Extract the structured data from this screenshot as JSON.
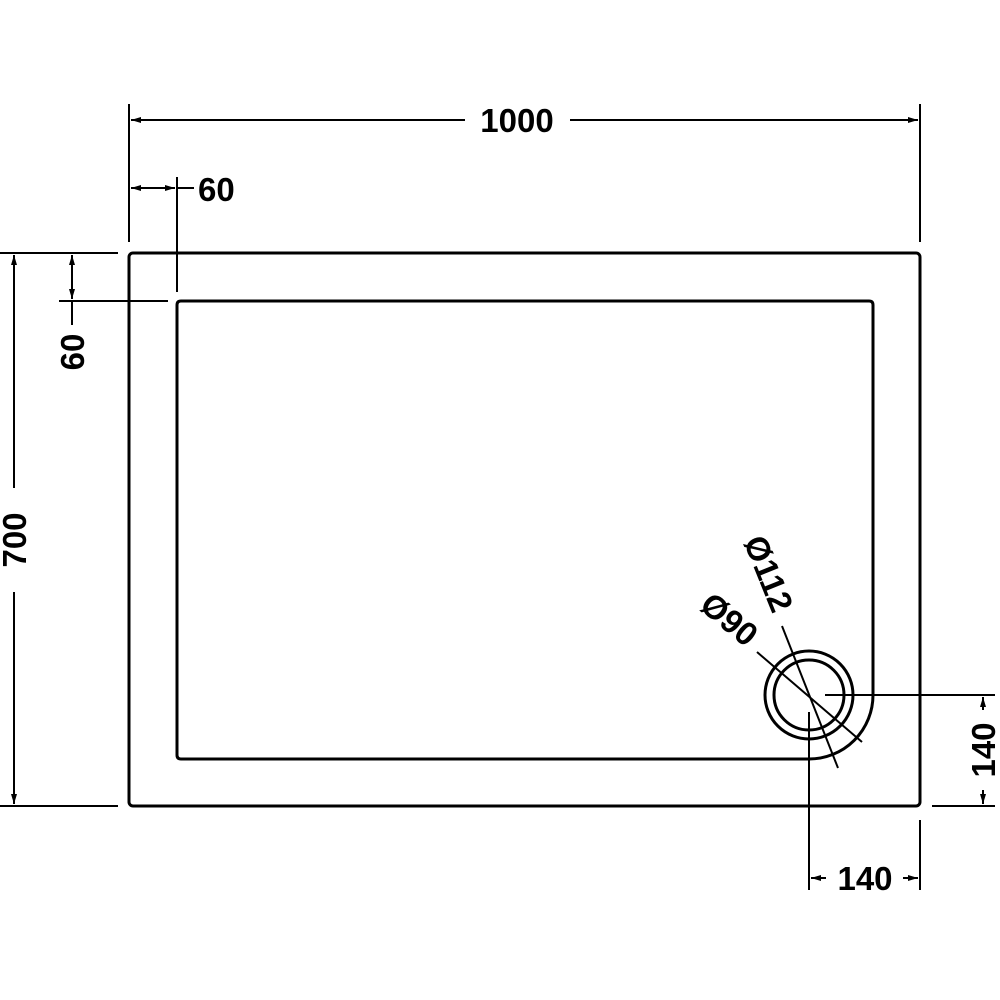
{
  "title": "Shower tray dimensions",
  "units": "mm",
  "dimensions": {
    "width": "1000",
    "length": "700",
    "rim_top": "60",
    "rim_left": "60",
    "waste_from_side": "140",
    "waste_from_end": "140",
    "waste_outer_diameter": "Ø112",
    "waste_inner_diameter": "Ø90"
  },
  "colors": {
    "line": "#000000",
    "background": "#ffffff"
  }
}
